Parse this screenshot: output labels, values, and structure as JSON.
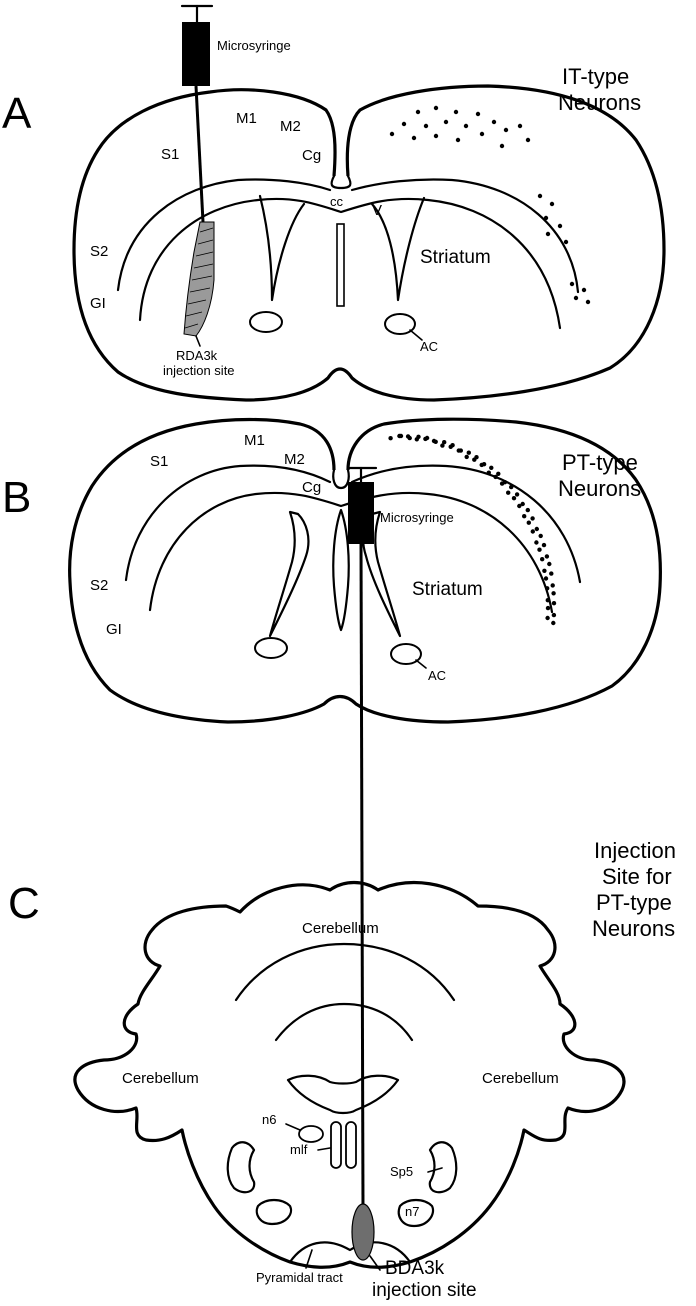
{
  "panels": {
    "a": {
      "letter": "A",
      "title_line1": "IT-type",
      "title_line2": "Neurons",
      "syringe_label": "Microsyringe",
      "labels": {
        "m1": "M1",
        "m2": "M2",
        "s1": "S1",
        "cg": "Cg",
        "cc": "cc",
        "v": "V",
        "s2": "S2",
        "gi": "GI",
        "striatum": "Striatum",
        "ac": "AC"
      },
      "injection_line1": "RDA3k",
      "injection_line2": "injection site"
    },
    "b": {
      "letter": "B",
      "title_line1": "PT-type",
      "title_line2": "Neurons",
      "labels": {
        "m1": "M1",
        "m2": "M2",
        "s1": "S1",
        "cg": "Cg",
        "s2": "S2",
        "gi": "GI",
        "striatum": "Striatum",
        "ac": "AC"
      }
    },
    "c": {
      "letter": "C",
      "title_line1": "Injection",
      "title_line2": "Site for",
      "title_line3": "PT-type",
      "title_line4": "Neurons",
      "syringe_label": "Microsyringe",
      "labels": {
        "cerebellum_top": "Cerebellum",
        "cerebellum_left": "Cerebellum",
        "cerebellum_right": "Cerebellum",
        "n6": "n6",
        "mlf": "mlf",
        "sp5": "Sp5",
        "n7": "n7",
        "pyramidal_tract": "Pyramidal tract"
      },
      "injection_line1": "BDA3k",
      "injection_line2": "injection site"
    }
  },
  "colors": {
    "ink": "#000000",
    "injection_fill": "#6e6e6e",
    "paper": "#ffffff"
  }
}
